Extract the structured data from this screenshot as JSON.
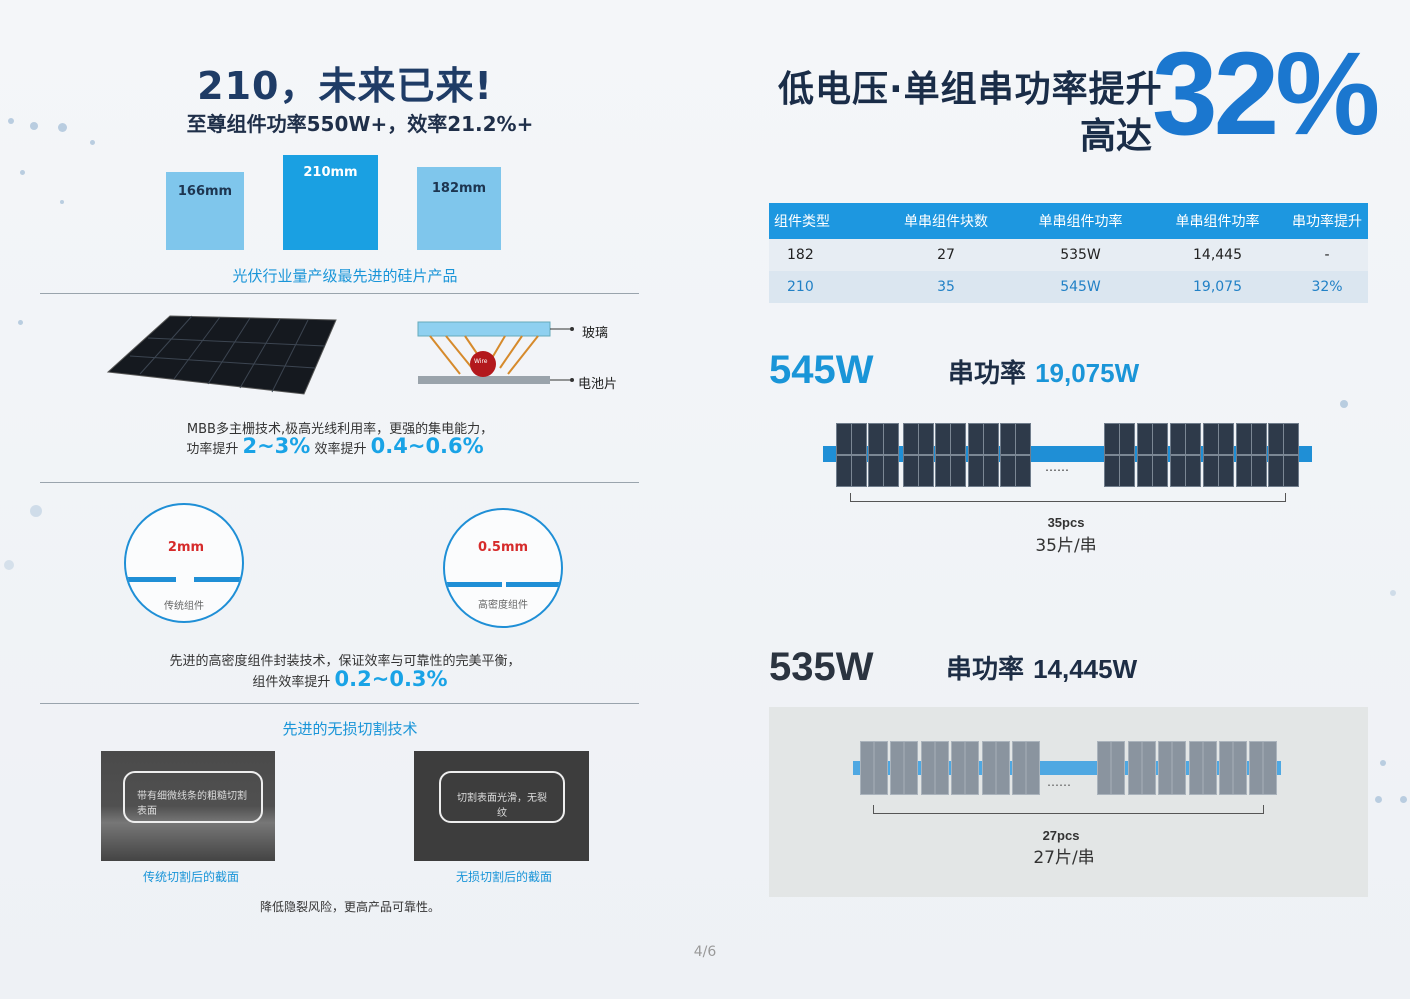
{
  "left": {
    "title": "210，未来已来!",
    "subtitle": "至尊组件功率550W+，效率21.2%+",
    "wafers": [
      {
        "label": "166mm"
      },
      {
        "label": "210mm"
      },
      {
        "label": "182mm"
      }
    ],
    "wafer_caption": "光伏行业量产级最先进的硅片产品",
    "mbb": {
      "glass_label": "玻璃",
      "cell_label": "电池片",
      "wire_label": "Wire",
      "text1": "MBB多主栅技术,极高光线利用率，更强的集电能力，",
      "power_prefix": "功率提升",
      "power_value": "2~3%",
      "eff_prefix": "效率提升",
      "eff_value": "0.4~0.6%"
    },
    "density": {
      "left_gap": "2mm",
      "left_label": "传统组件",
      "right_gap": "0.5mm",
      "right_label": "高密度组件",
      "text1": "先进的高密度组件封装技术，保证效率与可靠性的完美平衡，",
      "eff_prefix": "组件效率提升",
      "eff_value": "0.2~0.3%"
    },
    "cutting": {
      "heading": "先进的无损切割技术",
      "left_bubble": "带有细微线条的粗糙切割表面",
      "right_bubble": "切割表面光滑，无裂纹",
      "left_caption": "传统切割后的截面",
      "right_caption": "无损切割后的截面",
      "note": "降低隐裂风险，更高产品可靠性。"
    },
    "page_number": "4/6"
  },
  "right": {
    "title_line1": "低电压·单组串功率提升",
    "title_line2": "高达",
    "highlight": "32%",
    "table": {
      "headers": [
        "组件类型",
        "单串组件块数",
        "单串组件功率",
        "单串组件功率",
        "串功率提升"
      ],
      "rows": [
        [
          "182",
          "27",
          "535W",
          "14,445",
          "-"
        ],
        [
          "210",
          "35",
          "545W",
          "19,075",
          "32%"
        ]
      ]
    },
    "string545": {
      "watt": "545W",
      "label": "串功率",
      "value": "19,075W",
      "pcs": "35pcs",
      "pcs_cn": "35片/串",
      "dots": "……"
    },
    "string535": {
      "watt": "535W",
      "label": "串功率",
      "value": "14,445W",
      "pcs": "27pcs",
      "pcs_cn": "27片/串",
      "dots": "……"
    }
  },
  "colors": {
    "accent_blue": "#1d97e0",
    "title_navy": "#1a2d48",
    "highlight_blue": "#1b77cf"
  }
}
